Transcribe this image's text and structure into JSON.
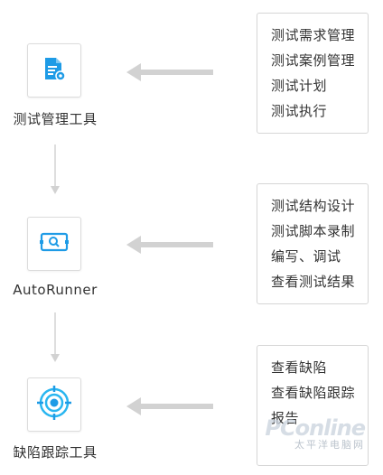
{
  "tools": [
    {
      "label": "测试管理工具",
      "icon": "document-gear-icon"
    },
    {
      "label": "AutoRunner",
      "icon": "screen-record-icon"
    },
    {
      "label": "缺陷跟踪工具",
      "icon": "target-icon"
    }
  ],
  "features": [
    {
      "items": [
        "测试需求管理",
        "测试案例管理",
        "测试计划",
        "测试执行"
      ]
    },
    {
      "items": [
        "测试结构设计",
        "测试脚本录制",
        "编写、调试",
        "查看测试结果"
      ]
    },
    {
      "items": [
        "查看缺陷",
        "查看缺陷跟踪",
        "报告"
      ]
    }
  ],
  "watermark": {
    "logo": "PConline",
    "sub": "太平洋电脑网"
  },
  "colors": {
    "icon_blue": "#1e9be6",
    "arrow_gray": "#d2d2d2"
  }
}
